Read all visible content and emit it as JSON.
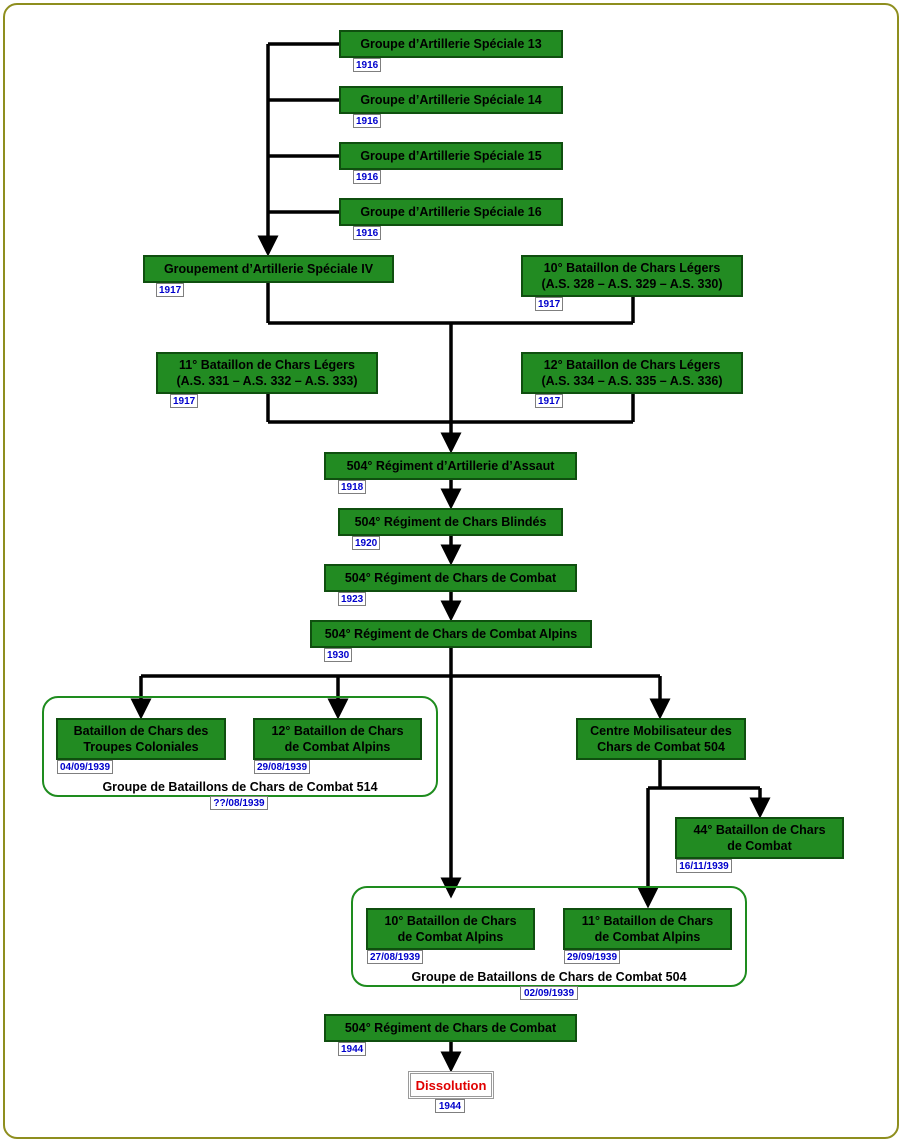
{
  "units": {
    "gas13": {
      "name": "Groupe d’Artillerie Spéciale 13",
      "date": "1916"
    },
    "gas14": {
      "name": "Groupe d’Artillerie Spéciale 14",
      "date": "1916"
    },
    "gas15": {
      "name": "Groupe d’Artillerie Spéciale 15",
      "date": "1916"
    },
    "gas16": {
      "name": "Groupe d’Artillerie Spéciale 16",
      "date": "1916"
    },
    "gasiv": {
      "name": "Groupement d’Artillerie Spéciale IV",
      "date": "1917"
    },
    "bcl10": {
      "name": "10° Bataillon de Chars Légers\n(A.S. 328 – A.S. 329 – A.S. 330)",
      "date": "1917"
    },
    "bcl11": {
      "name": "11° Bataillon de Chars Légers\n(A.S. 331 – A.S. 332 – A.S. 333)",
      "date": "1917"
    },
    "bcl12": {
      "name": "12° Bataillon de Chars Légers\n(A.S. 334 – A.S. 335 – A.S. 336)",
      "date": "1917"
    },
    "raa504": {
      "name": "504° Régiment d’Artillerie d’Assaut",
      "date": "1918"
    },
    "rcb504": {
      "name": "504° Régiment de Chars Blindés",
      "date": "1920"
    },
    "rcc504a": {
      "name": "504° Régiment de Chars de Combat",
      "date": "1923"
    },
    "rcca504": {
      "name": "504° Régiment de Chars de Combat Alpins",
      "date": "1930"
    },
    "bctc": {
      "name": "Bataillon de Chars des\nTroupes Coloniales",
      "date": "04/09/1939"
    },
    "bcca12": {
      "name": "12° Bataillon de Chars\nde Combat Alpins",
      "date": "29/08/1939"
    },
    "cmcc504": {
      "name": "Centre Mobilisateur des\nChars de Combat 504",
      "date": ""
    },
    "bcc44": {
      "name": "44° Bataillon de Chars\nde Combat",
      "date": "16/11/1939"
    },
    "bcca10": {
      "name": "10° Bataillon de Chars\nde Combat Alpins",
      "date": "27/08/1939"
    },
    "bcca11": {
      "name": "11° Bataillon de Chars\nde Combat Alpins",
      "date": "29/09/1939"
    },
    "rcc504b": {
      "name": "504° Régiment de Chars de Combat",
      "date": "1944"
    },
    "dissolution": {
      "name": "Dissolution",
      "date": "1944"
    }
  },
  "groups": {
    "gbcc514": {
      "name": "Groupe de Bataillons de Chars de Combat 514",
      "date": "??/08/1939"
    },
    "gbcc504": {
      "name": "Groupe de Bataillons de Chars de Combat 504",
      "date": "02/09/1939"
    }
  },
  "colors": {
    "node_fill": "#228b22",
    "node_border": "#0f4f0f",
    "date_text": "#0000cc",
    "dissolution_text": "#e00000",
    "frame": "#8e8e1e"
  }
}
